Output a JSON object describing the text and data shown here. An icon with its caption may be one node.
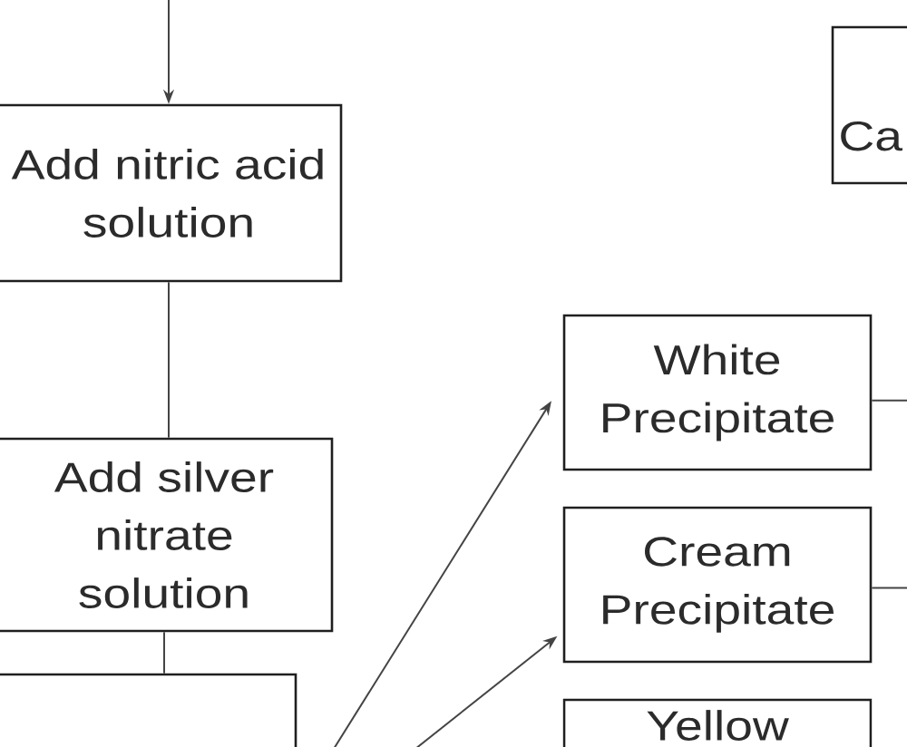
{
  "diagram": {
    "nodes": [
      {
        "text": [
          "Add nitric acid solution"
        ]
      },
      {
        "text": [
          "Add silver nitrate solution"
        ]
      },
      {
        "text": [],
        "shape": "box"
      },
      {
        "text": [
          "Ca"
        ]
      },
      {
        "text": [
          "White Precipitate"
        ]
      },
      {
        "text": [
          "Cream Precipitate"
        ]
      },
      {
        "text": [
          "Yellow"
        ]
      }
    ],
    "edges": [
      {
        "from": null,
        "to": 0,
        "arrow": "to"
      },
      {
        "from": 0,
        "to": 1,
        "arrow": "none"
      },
      {
        "from": 1,
        "to": 2,
        "arrow": "none"
      },
      {
        "from": null,
        "to": 4,
        "arrow": "to"
      },
      {
        "from": null,
        "to": 5,
        "arrow": "to"
      },
      {
        "from": 4,
        "to": null,
        "arrow": "none"
      },
      {
        "from": 5,
        "to": null,
        "arrow": "none"
      }
    ]
  }
}
